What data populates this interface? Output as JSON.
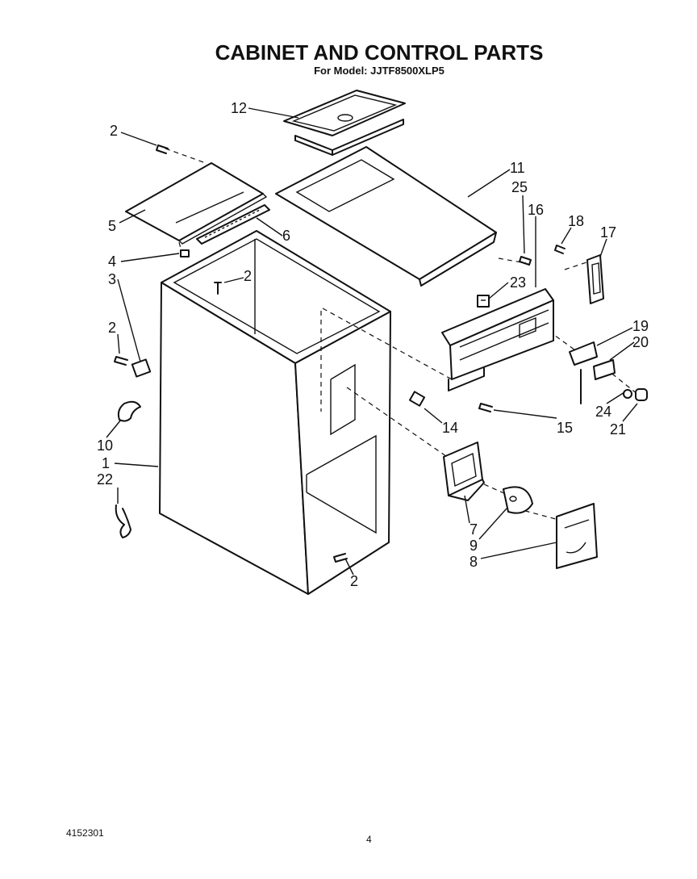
{
  "header": {
    "title": "CABINET AND CONTROL PARTS",
    "subtitle": "For Model: JJTF8500XLP5"
  },
  "callouts": [
    "12",
    "2",
    "11",
    "25",
    "16",
    "18",
    "17",
    "5",
    "6",
    "4",
    "2",
    "3",
    "23",
    "2",
    "19",
    "20",
    "14",
    "15",
    "24",
    "21",
    "10",
    "1",
    "22",
    "7",
    "9",
    "8",
    "2"
  ],
  "footer": {
    "doc_number": "4152301",
    "page_number": "4"
  }
}
